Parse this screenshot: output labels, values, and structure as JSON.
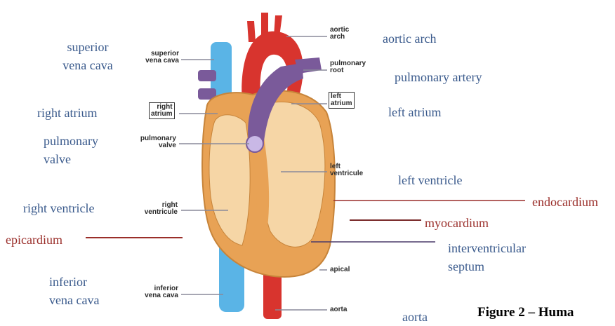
{
  "labels": {
    "superior_vena_cava": [
      "superior",
      "vena cava"
    ],
    "right_atrium": "right atrium",
    "pulmonary_valve": [
      "pulmonary",
      "valve"
    ],
    "right_ventricle": "right ventricle",
    "epicardium": "epicardium",
    "inferior_vena_cava": [
      "inferior",
      "vena cava"
    ],
    "aortic_arch": "aortic arch",
    "pulmonary_artery": "pulmonary artery",
    "left_atrium": "left atrium",
    "left_ventricle": "left ventricle",
    "endocardium": "endocardium",
    "myocardium": "myocardium",
    "interventricular_septum": [
      "interventricular",
      "septum"
    ],
    "aorta": "aorta"
  },
  "diagram_labels": {
    "aortic_arch": [
      "aortic",
      "arch"
    ],
    "pulmonary_root": [
      "pulmonary",
      "root"
    ],
    "left_atrium": [
      "left",
      "atrium"
    ],
    "left_ventricule": [
      "left",
      "ventricule"
    ],
    "apical": "apical",
    "aorta": "aorta",
    "superior_vena_cava": [
      "superior",
      "vena cava"
    ],
    "right_atrium": [
      "right",
      "atrium"
    ],
    "pulmonary_valve": [
      "pulmonary",
      "valve"
    ],
    "right_ventricule": [
      "right",
      "ventricule"
    ],
    "inferior_vena_cava": [
      "inferior",
      "vena cava"
    ]
  },
  "caption": "Figure 2 – Huma",
  "colors": {
    "label_blue": "#3a5a8c",
    "label_red": "#9a2e2a",
    "vena_cava_blue": "#5ab4e6",
    "aorta_red": "#d8342e",
    "pulmonary_purple": "#7a5a9a",
    "muscle_orange": "#e8a255",
    "chamber_tan": "#f6d6a6"
  }
}
